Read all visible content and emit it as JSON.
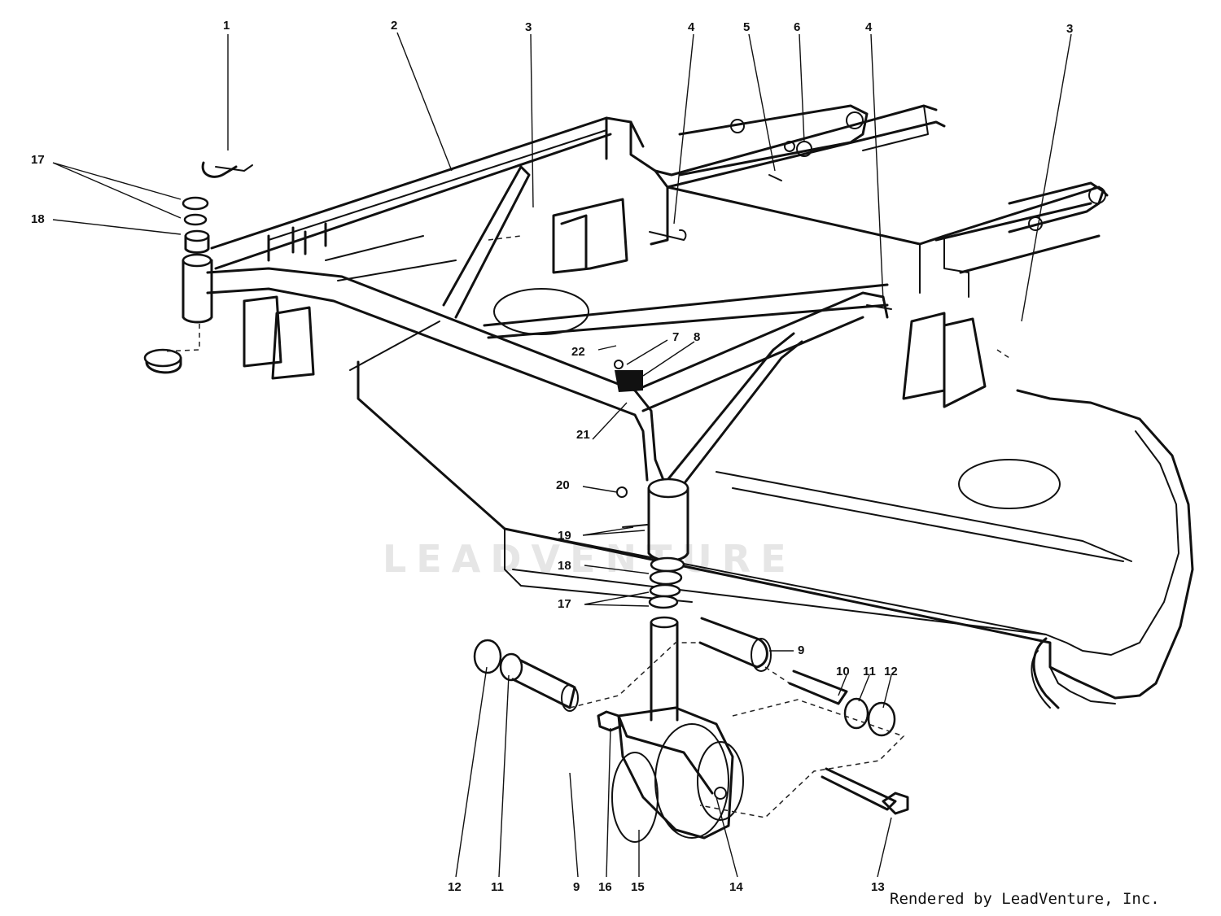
{
  "diagram": {
    "watermark": "LEADVENTURE",
    "credit": "Rendered by LeadVenture, Inc.",
    "callouts": {
      "c1": "1",
      "c2": "2",
      "c3a": "3",
      "c4a": "4",
      "c5": "5",
      "c6": "6",
      "c4b": "4",
      "c3b": "3",
      "c17a": "17",
      "c18a": "18",
      "c22": "22",
      "c7": "7",
      "c8": "8",
      "c21": "21",
      "c20": "20",
      "c19": "19",
      "c18b": "18",
      "c17b": "17",
      "c9a": "9",
      "c10": "10",
      "c11a": "11",
      "c12a": "12",
      "c12b": "12",
      "c11b": "11",
      "c9b": "9",
      "c16": "16",
      "c15": "15",
      "c14": "14",
      "c13": "13"
    }
  }
}
